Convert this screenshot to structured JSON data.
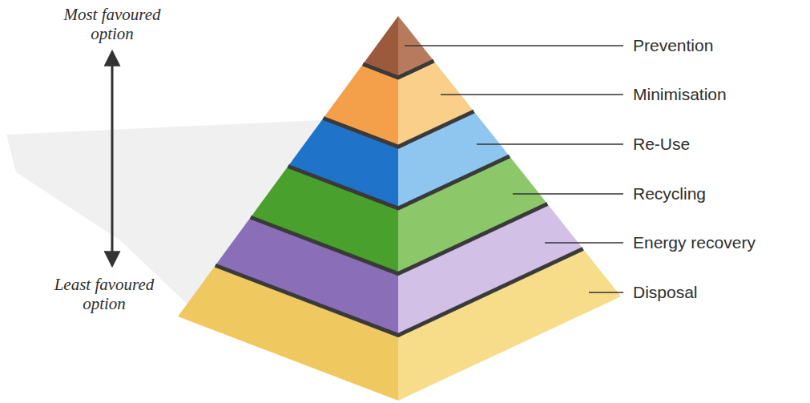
{
  "diagram": {
    "labels": [
      "Most favoured option",
      "Prevention",
      "Minimisation",
      "Re-Use",
      "Recycling",
      "Energy recovery",
      "Least favoured option",
      "Disposal"
    ]
  }
}
